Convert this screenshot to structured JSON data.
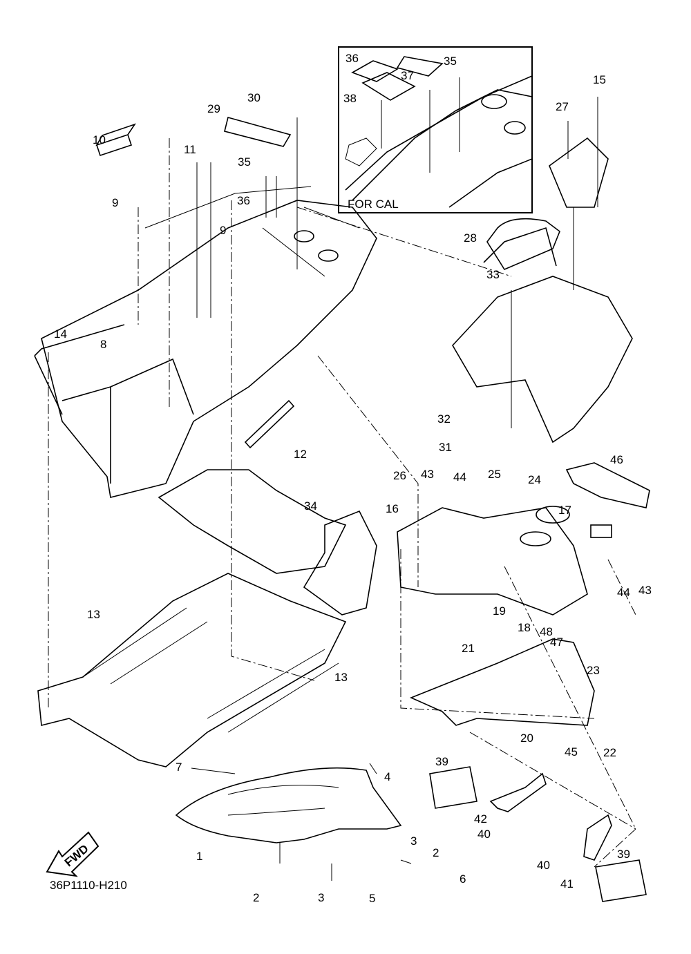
{
  "diagram": {
    "code": "36P1110-H210",
    "inset_caption": "FOR CAL",
    "fwd_arrow": "FWD",
    "labels": [
      "36",
      "35",
      "37",
      "38",
      "30",
      "29",
      "15",
      "27",
      "10",
      "11",
      "35",
      "36",
      "9",
      "9",
      "28",
      "33",
      "14",
      "8",
      "32",
      "31",
      "12",
      "46",
      "26",
      "43",
      "44",
      "25",
      "24",
      "34",
      "16",
      "17",
      "13",
      "19",
      "44",
      "43",
      "18",
      "48",
      "47",
      "21",
      "23",
      "13",
      "20",
      "22",
      "39",
      "7",
      "4",
      "45",
      "42",
      "40",
      "3",
      "2",
      "1",
      "6",
      "40",
      "41",
      "39",
      "2",
      "3",
      "5"
    ]
  }
}
